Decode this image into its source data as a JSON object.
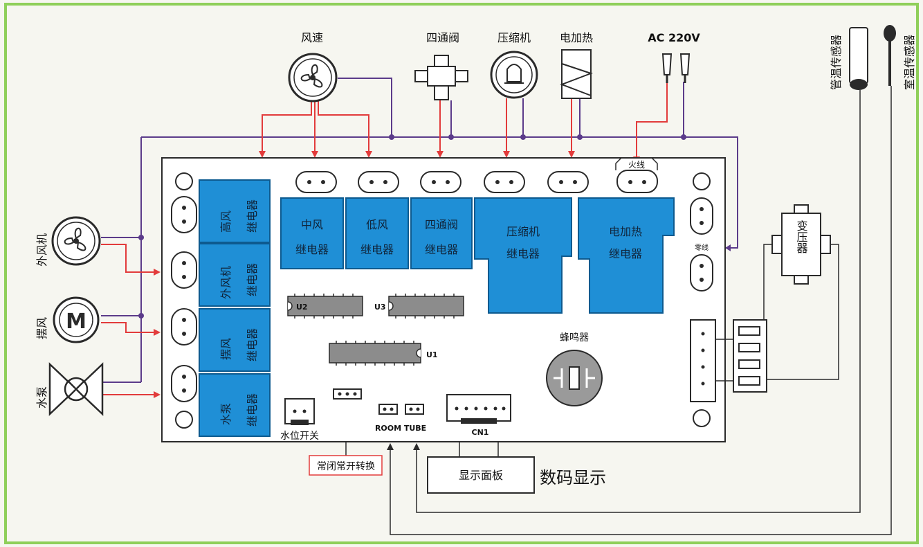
{
  "colors": {
    "page_bg": "#f6f6f0",
    "frame": "#8fcf5a",
    "wire_purple": "#5b3b8a",
    "wire_red": "#e23b3b",
    "relay_blue": "#1f8fd6",
    "line_dark": "#2a2a2a"
  },
  "top_labels": {
    "fan_speed": "风速",
    "four_way_valve": "四通阀",
    "compressor": "压缩机",
    "electric_heat": "电加热",
    "ac_power": "AC  220V"
  },
  "sensors": {
    "pipe_temp": "管温传感器",
    "room_temp": "室温传感器"
  },
  "left_labels": {
    "outdoor_fan": "外风机",
    "swing": "摆风",
    "water_pump": "水泵"
  },
  "left_relays": [
    {
      "line1": "高风",
      "line2": "继电器"
    },
    {
      "line1": "外风机",
      "line2": "继电器"
    },
    {
      "line1": "摆风",
      "line2": "继电器"
    },
    {
      "line1": "水泵",
      "line2": "继电器"
    }
  ],
  "top_relays": [
    {
      "line1": "中风",
      "line2": "继电器"
    },
    {
      "line1": "低风",
      "line2": "继电器"
    },
    {
      "line1": "四通阀",
      "line2": "继电器"
    },
    {
      "line1": "压缩机",
      "line2": "继电器"
    },
    {
      "line1": "电加热",
      "line2": "继电器"
    }
  ],
  "board_labels": {
    "live": "火线",
    "neutral": "零线",
    "u1": "U1",
    "u2": "U2",
    "u3": "U3",
    "buzzer": "蜂鸣器",
    "water_switch": "水位开关",
    "room": "ROOM",
    "tube": "TUBE",
    "cn1": "CN1",
    "transformer": "变压器"
  },
  "bottom": {
    "nc_no_switch": "常闭常开转换",
    "display_panel": "显示面板",
    "digital_display": "数码显示"
  },
  "motor_letter": "M"
}
